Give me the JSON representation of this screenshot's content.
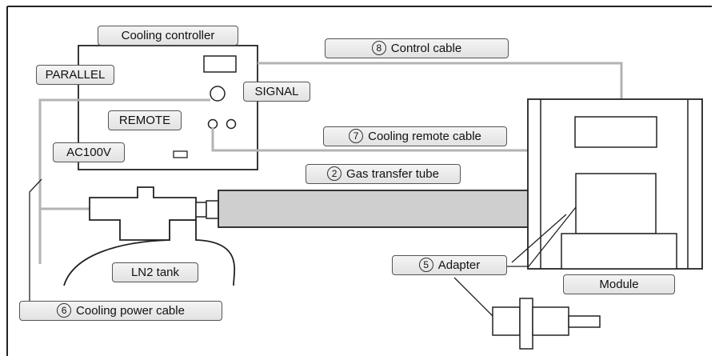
{
  "colors": {
    "outline": "#222222",
    "cable": "#b3b3b3",
    "tube_fill": "#cfcfcf",
    "label_fill": "#ececec"
  },
  "labels": {
    "cooling_controller": "Cooling controller",
    "parallel": "PARALLEL",
    "signal": "SIGNAL",
    "remote": "REMOTE",
    "ac100v": "AC100V",
    "ln2_tank": "LN2 tank",
    "module": "Module",
    "control_cable": {
      "num": "8",
      "text": "Control cable"
    },
    "cooling_remote_cable": {
      "num": "7",
      "text": "Cooling remote cable"
    },
    "gas_transfer_tube": {
      "num": "2",
      "text": "Gas transfer tube"
    },
    "adapter": {
      "num": "5",
      "text": "Adapter"
    },
    "cooling_power_cable": {
      "num": "6",
      "text": "Cooling power cable"
    }
  }
}
